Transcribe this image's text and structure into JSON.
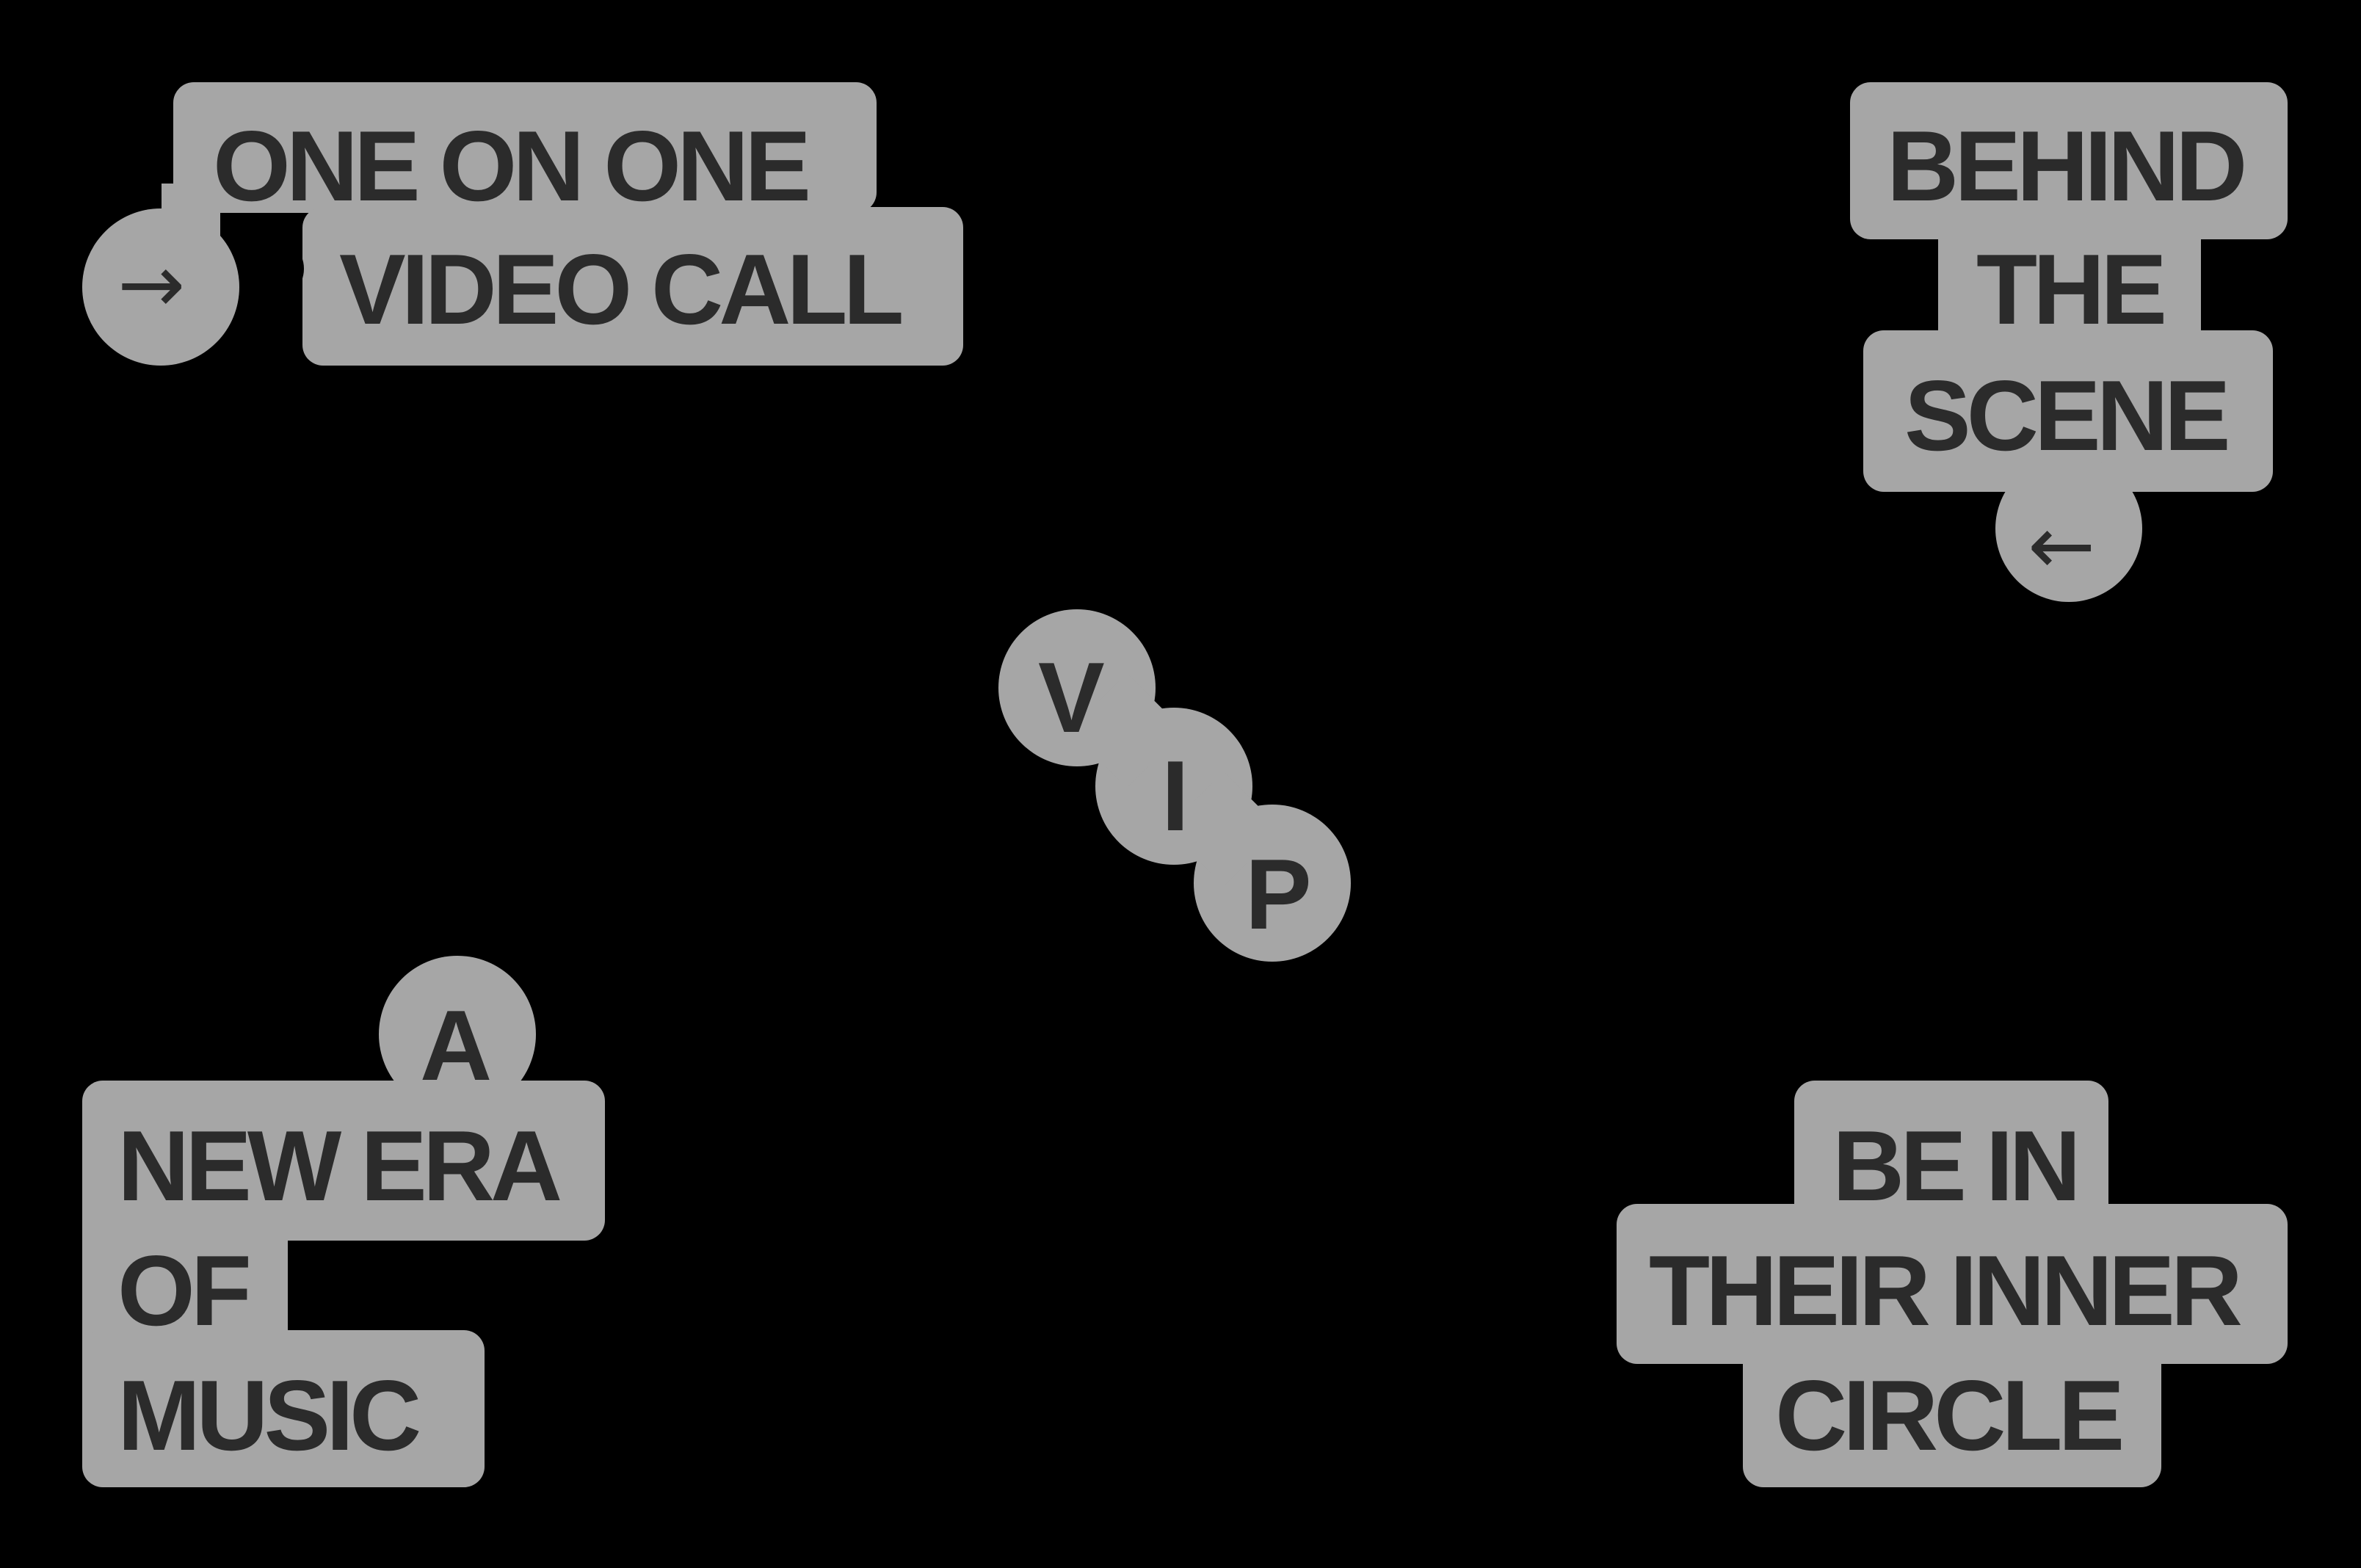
{
  "colors": {
    "background": "#000000",
    "badge": "#a6a6a6",
    "text": "#2b2b2b"
  },
  "top_left": {
    "line1": "ONE ON ONE",
    "line2": "VIDEO CALL",
    "arrow_icon": "arrow-right-icon",
    "arrow_glyph": "→"
  },
  "top_right": {
    "line1": "BEHIND",
    "line2": "THE",
    "line3": "SCENE",
    "arrow_icon": "arrow-left-icon",
    "arrow_glyph": "←"
  },
  "center": {
    "letter1": "V",
    "letter2": "I",
    "letter3": "P"
  },
  "bottom_left": {
    "line1": "A",
    "line2": "NEW ERA",
    "line3": "OF",
    "line4": "MUSIC"
  },
  "bottom_right": {
    "line1": "BE IN",
    "line2": "THEIR INNER",
    "line3": "CIRCLE"
  }
}
